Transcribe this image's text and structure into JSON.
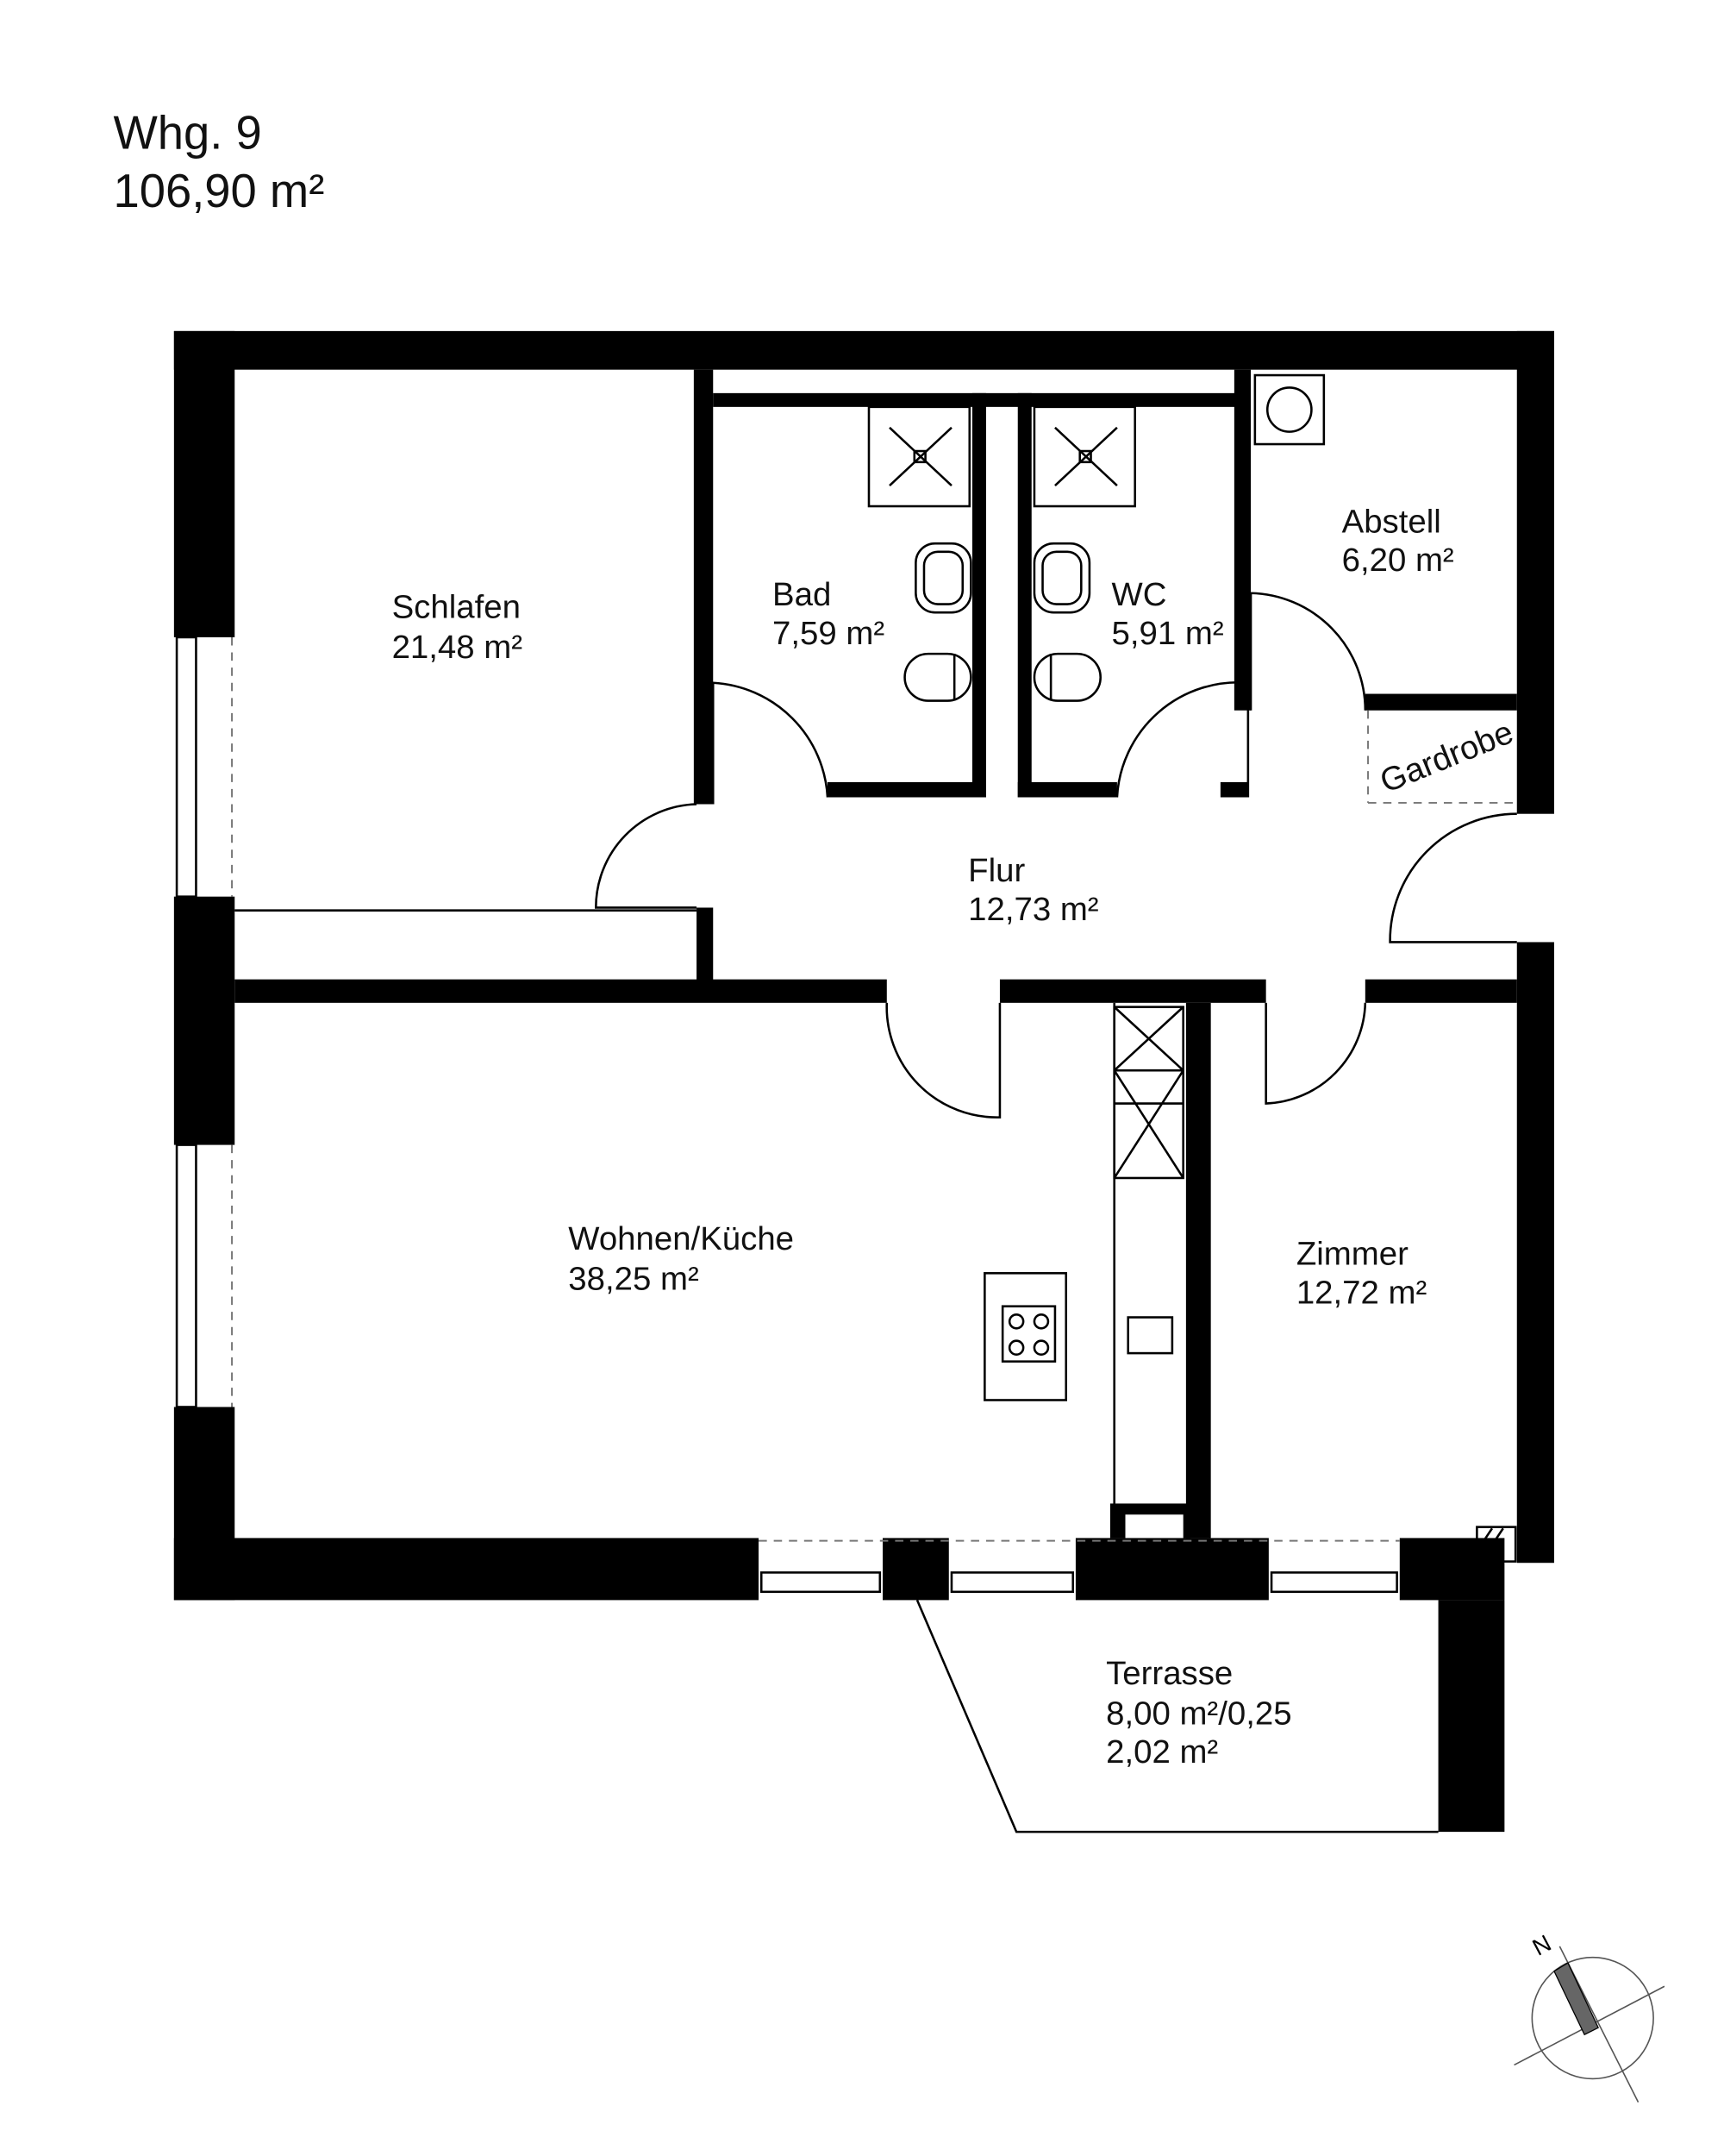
{
  "header": {
    "unit": "Whg. 9",
    "total_area": "106,90 m²"
  },
  "rooms": [
    {
      "name": "Schlafen",
      "area": "21,48 m²"
    },
    {
      "name": "Bad",
      "area": "7,59 m²"
    },
    {
      "name": "WC",
      "area": "5,91 m²"
    },
    {
      "name": "Abstell",
      "area": "6,20 m²"
    },
    {
      "name": "Gardrobe"
    },
    {
      "name": "Flur",
      "area": "12,73 m²"
    },
    {
      "name": "Wohnen/Küche",
      "area": "38,25 m²"
    },
    {
      "name": "Zimmer",
      "area": "12,72 m²"
    },
    {
      "name": "Terrasse",
      "area": "8,00 m²/0,25",
      "area2": "2,02 m²"
    }
  ],
  "compass": {
    "north_label": "N"
  }
}
